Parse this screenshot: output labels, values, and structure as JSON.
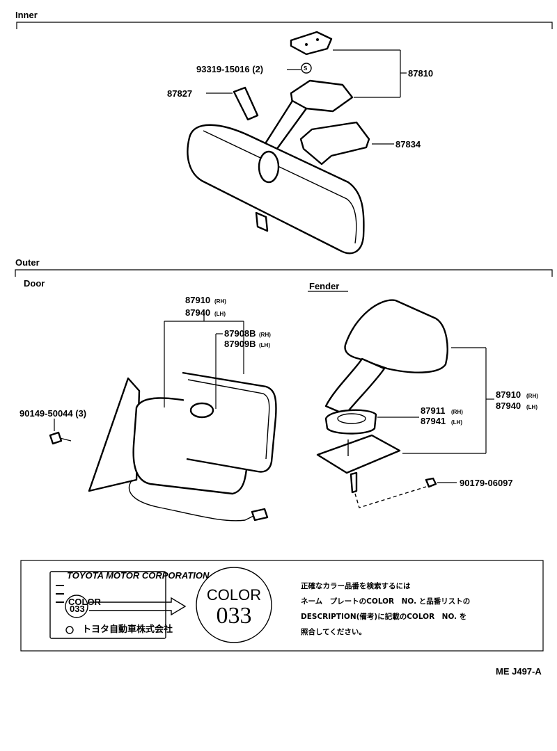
{
  "sections": {
    "inner": "Inner",
    "outer": "Outer",
    "door": "Door",
    "fender": "Fender"
  },
  "parts": {
    "screw_inner": "93319-15016 (2)",
    "stay": "87810",
    "cover": "87827",
    "bracket_cover": "87834",
    "door_mirror_rh": "87910",
    "door_mirror_lh": "87940",
    "rh_tag": "(RH)",
    "lh_tag": "(LH)",
    "gasket_rh": "87908B",
    "gasket_lh": "87909B",
    "door_screw": "90149-50044 (3)",
    "fender_mirror_rh": "87910",
    "fender_mirror_lh": "87940",
    "fender_base_rh": "87911",
    "fender_base_lh": "87941",
    "fender_nut": "90179-06097",
    "screw_symbol": "S"
  },
  "color_box": {
    "plate_brand": "TOYOTA MOTOR CORPORATION",
    "plate_color": "COLOR",
    "plate_code": "033",
    "plate_maker": "トヨタ自動車株式会社",
    "big_color": "COLOR",
    "big_code": "033",
    "note_line1": "正確なカラー品番を検索するには",
    "note_line2": "ネーム　プレートのCOLOR　NO. と品番リストの",
    "note_line3": "DESCRIPTION(備考)に記載のCOLOR　NO. を",
    "note_line4": "照合してください。"
  },
  "footer_code": "ME J497-A"
}
